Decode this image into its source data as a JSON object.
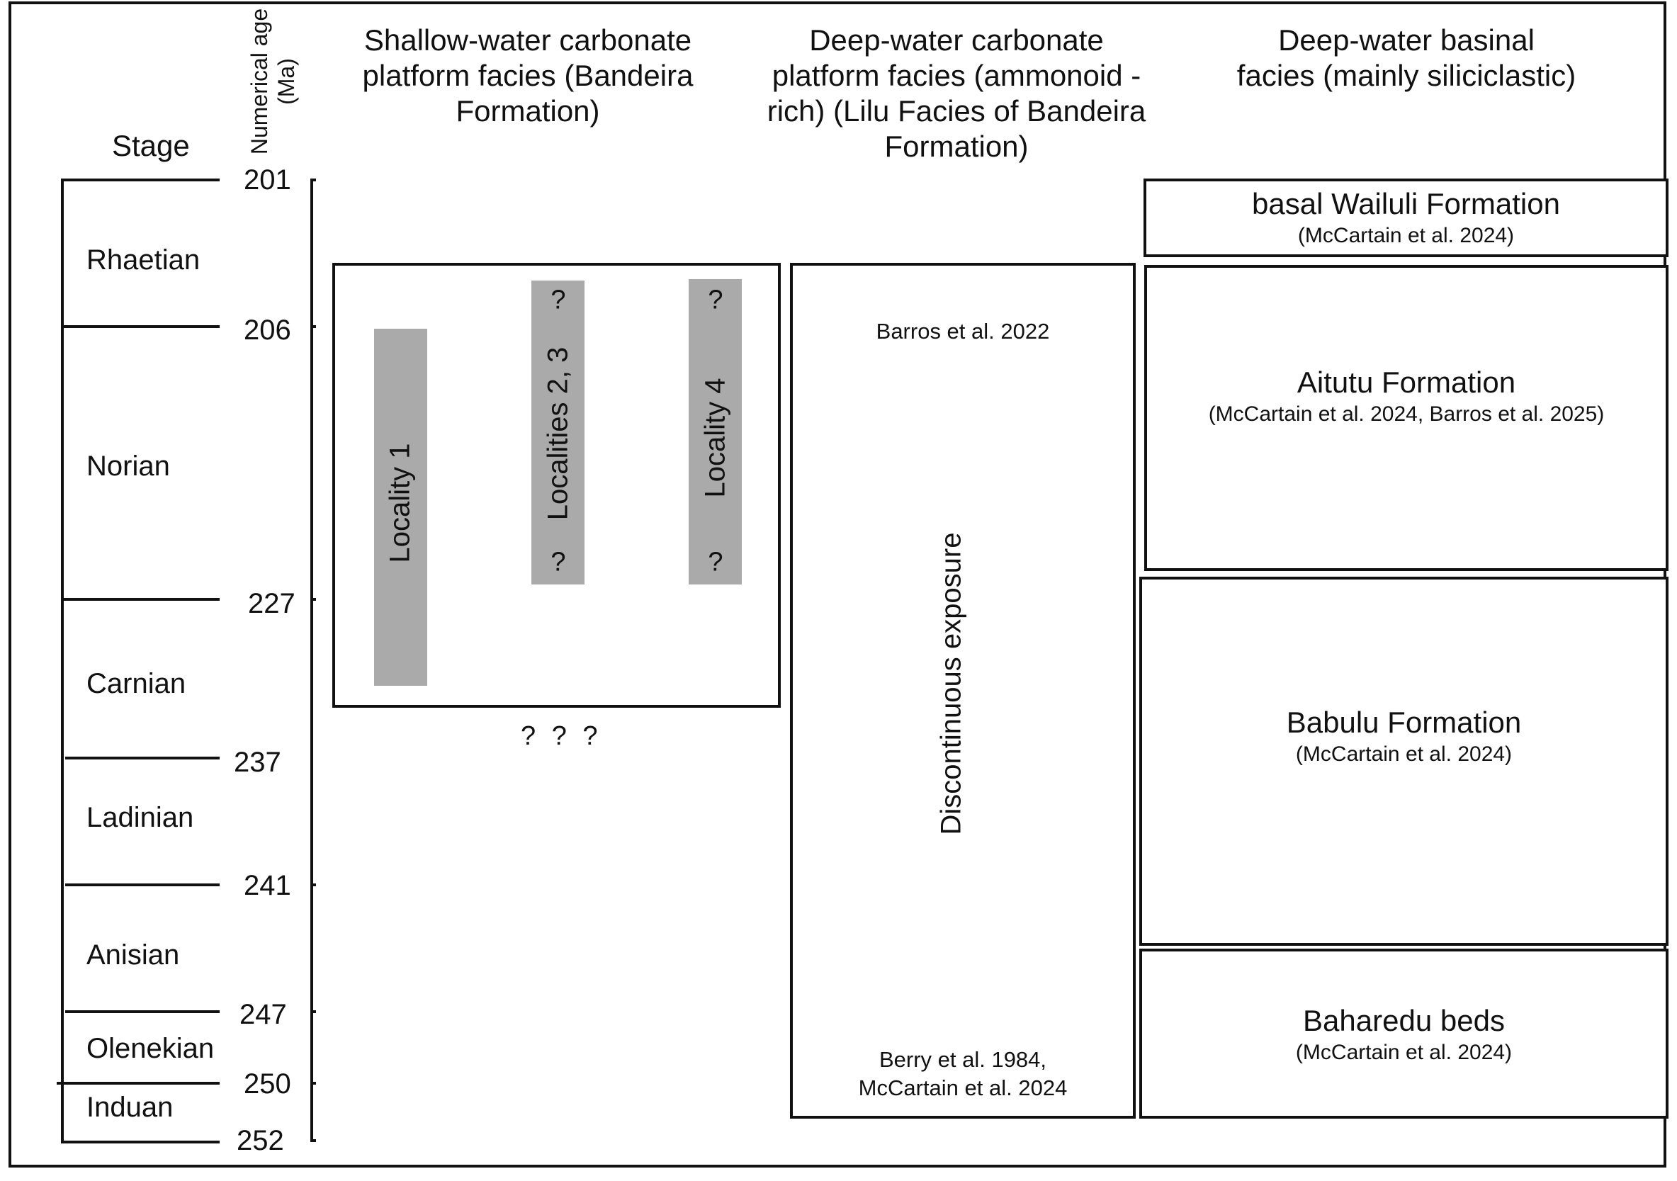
{
  "headers": {
    "stage": "Stage",
    "numerical_age_line1": "Numerical age",
    "numerical_age_line2": "(Ma)",
    "col1": "Shallow-water carbonate platform facies (Bandeira Formation)",
    "col2": "Deep-water carbonate platform facies (ammonoid -rich) (Lilu Facies of Bandeira Formation)",
    "col3": "Deep-water basinal facies (mainly siliciclastic)"
  },
  "stages": [
    "Rhaetian",
    "Norian",
    "Carnian",
    "Ladinian",
    "Anisian",
    "Olenekian",
    "Induan"
  ],
  "ages": [
    "201",
    "206",
    "227",
    "237",
    "241",
    "247",
    "250",
    "252"
  ],
  "shallow": {
    "localities": [
      "Locality 1",
      "Localities 2, 3",
      "Locality 4"
    ],
    "question_mark": "?",
    "below_box": "? ? ?"
  },
  "deep_platform": {
    "label": "Discontinuous exposure",
    "ref_top": "Barros et al. 2022",
    "ref_bottom_line1": "Berry et al. 1984,",
    "ref_bottom_line2": "McCartain et al. 2024"
  },
  "basinal": [
    {
      "title": "basal Wailuli Formation",
      "ref": "(McCartain et al. 2024)"
    },
    {
      "title": "Aitutu Formation",
      "ref": "(McCartain et al. 2024, Barros et al. 2025)"
    },
    {
      "title": "Babulu Formation",
      "ref": "(McCartain et al. 2024)"
    },
    {
      "title": "Baharedu beds",
      "ref": "(McCartain et al. 2024)"
    }
  ]
}
